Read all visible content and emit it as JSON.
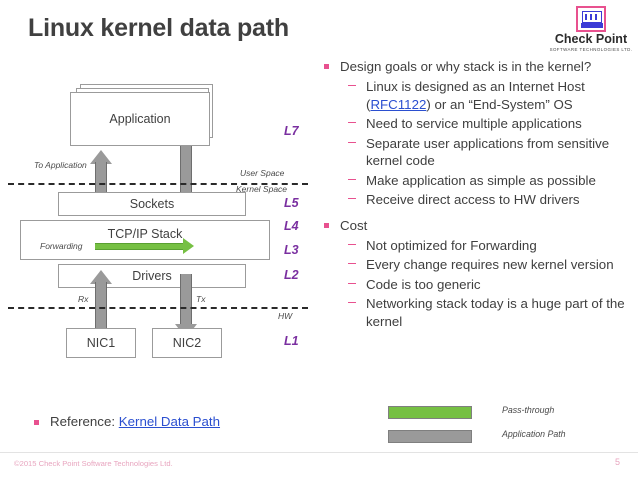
{
  "slide": {
    "title": "Linux kernel data path",
    "page_number": "5",
    "footer": "©2015 Check Point Software Technologies Ltd."
  },
  "logo": {
    "name": "Check Point",
    "tagline": "SOFTWARE TECHNOLOGIES LTD.",
    "icon": "computer-monitor-icon",
    "border_color": "#e8518f",
    "screen_color": "#3b3bd6"
  },
  "diagram": {
    "boxes": {
      "application": "Application",
      "sockets": "Sockets",
      "tcpip": "TCP/IP Stack",
      "drivers": "Drivers",
      "nic1": "NIC1",
      "nic2": "NIC2"
    },
    "annotations": {
      "to_application": "To Application",
      "user_space": "User Space",
      "kernel_space": "Kernel Space",
      "forwarding": "Forwarding",
      "rx": "Rx",
      "tx": "Tx",
      "hw": "HW"
    },
    "layers": {
      "l7": "L7",
      "l5": "L5",
      "l4": "L4",
      "l3": "L3",
      "l2": "L2",
      "l1": "L1"
    },
    "colors": {
      "layer_label": "#7a2fa0",
      "pass_through_arrow": "#76c043",
      "application_path_arrow": "#9a9a9a",
      "box_border": "#9b9b9b"
    }
  },
  "bullets": {
    "design_goals": {
      "heading": "Design goals or why stack is in the kernel?",
      "items": [
        {
          "pre": "Linux is designed as an Internet Host (",
          "link": "RFC1122",
          "post": ") or an “End-System” OS"
        },
        {
          "text": "Need to service multiple applications"
        },
        {
          "text": "Separate user applications from sensitive kernel code"
        },
        {
          "text": "Make application as simple as possible"
        },
        {
          "text": "Receive direct access to HW drivers"
        }
      ]
    },
    "cost": {
      "heading": "Cost",
      "items": [
        {
          "text": "Not optimized for Forwarding"
        },
        {
          "text": "Every change requires new kernel version"
        },
        {
          "text": "Code is too generic"
        },
        {
          "text": "Networking stack today is a huge part of the kernel"
        }
      ]
    }
  },
  "reference": {
    "label": "Reference: ",
    "link": "Kernel Data Path"
  },
  "legend": {
    "rows": [
      {
        "label": "Pass-through",
        "color": "#76c043"
      },
      {
        "label": "Application Path",
        "color": "#9a9a9a"
      }
    ]
  }
}
